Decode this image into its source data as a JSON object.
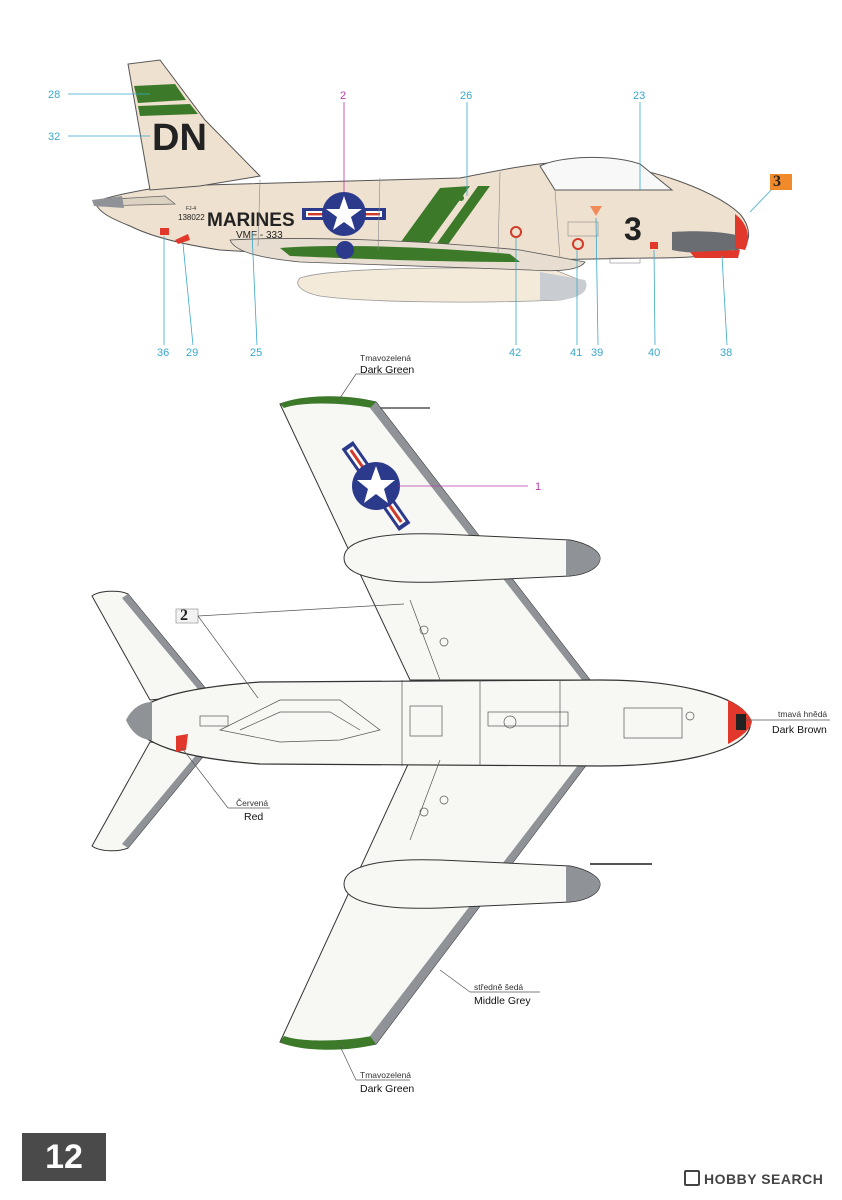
{
  "side_view": {
    "tail_code": "DN",
    "marines_text": "MARINES",
    "squadron_text": "VMF - 333",
    "serial_text": "138022",
    "serial_small": "FJ-4",
    "modex": "3",
    "callouts": {
      "n28": "28",
      "n32": "32",
      "n2": "2",
      "n26": "26",
      "n23": "23",
      "n36": "36",
      "n29": "29",
      "n25": "25",
      "n42": "42",
      "n41": "41",
      "n39": "39",
      "n40": "40",
      "n38": "38"
    },
    "badge_number": "3"
  },
  "plan_view": {
    "wing_roundel_callout": "1",
    "fuselage_badge_number": "2",
    "labels": {
      "top_wingtip": {
        "cz": "Tmavozelená",
        "en": "Dark Green"
      },
      "nose": {
        "cz": "tmavá hnědá",
        "en": "Dark Brown"
      },
      "tail": {
        "cz": "Červená",
        "en": "Red"
      },
      "wing_mid": {
        "cz": "středně šedá",
        "en": "Middle Grey"
      },
      "bottom_wingtip": {
        "cz": "Tmavozelená",
        "en": "Dark Green"
      }
    }
  },
  "page_number": "12",
  "watermark": "HOBBY SEARCH",
  "colors": {
    "camouflage_light": "#efe1cf",
    "dark_green": "#3c7a2a",
    "roundel_blue": "#2c3a8c",
    "roundel_red": "#d23a2a",
    "nose_red": "#e2382b",
    "middle_grey": "#8f9397",
    "callout_cyan": "#3aa8cc",
    "callout_magenta": "#b63aa5"
  }
}
